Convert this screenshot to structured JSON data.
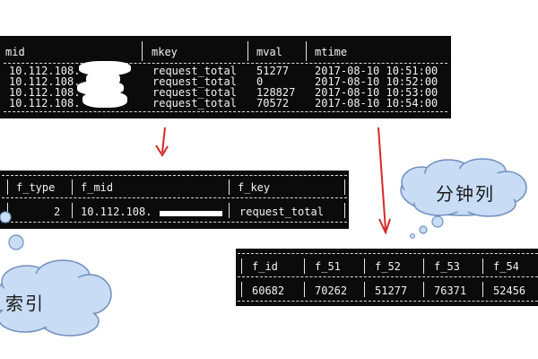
{
  "top_table": {
    "headers": [
      "mid",
      "mkey",
      "mval",
      "mtime"
    ],
    "rows": [
      [
        "10.112.108.",
        "request_total",
        "51277",
        "2017-08-10 10:51:00"
      ],
      [
        "10.112.108.",
        "request_total",
        "0",
        "2017-08-10 10:52:00"
      ],
      [
        "10.112.108.",
        "request_total",
        "128827",
        "2017-08-10 10:53:00"
      ],
      [
        "10.112.108.",
        "request_total",
        "70572",
        "2017-08-10 10:54:00"
      ]
    ]
  },
  "middle_table": {
    "headers": [
      "f_type",
      "f_mid",
      "f_key"
    ],
    "row": [
      "2",
      "10.112.108.",
      "request_total"
    ]
  },
  "right_table": {
    "headers": [
      "f_id",
      "f_51",
      "f_52",
      "f_53",
      "f_54"
    ],
    "row": [
      "60682",
      "70262",
      "51277",
      "76371",
      "52456"
    ]
  },
  "clouds": {
    "minute_column": "分钟列",
    "index": "索引"
  },
  "colors": {
    "terminal_bg": "#0b0b0b",
    "terminal_text": "#f2f2f2",
    "arrow_red": "#d42a2a",
    "cloud_fill": "#c9dcf5",
    "cloud_stroke": "#6f8fbf"
  }
}
